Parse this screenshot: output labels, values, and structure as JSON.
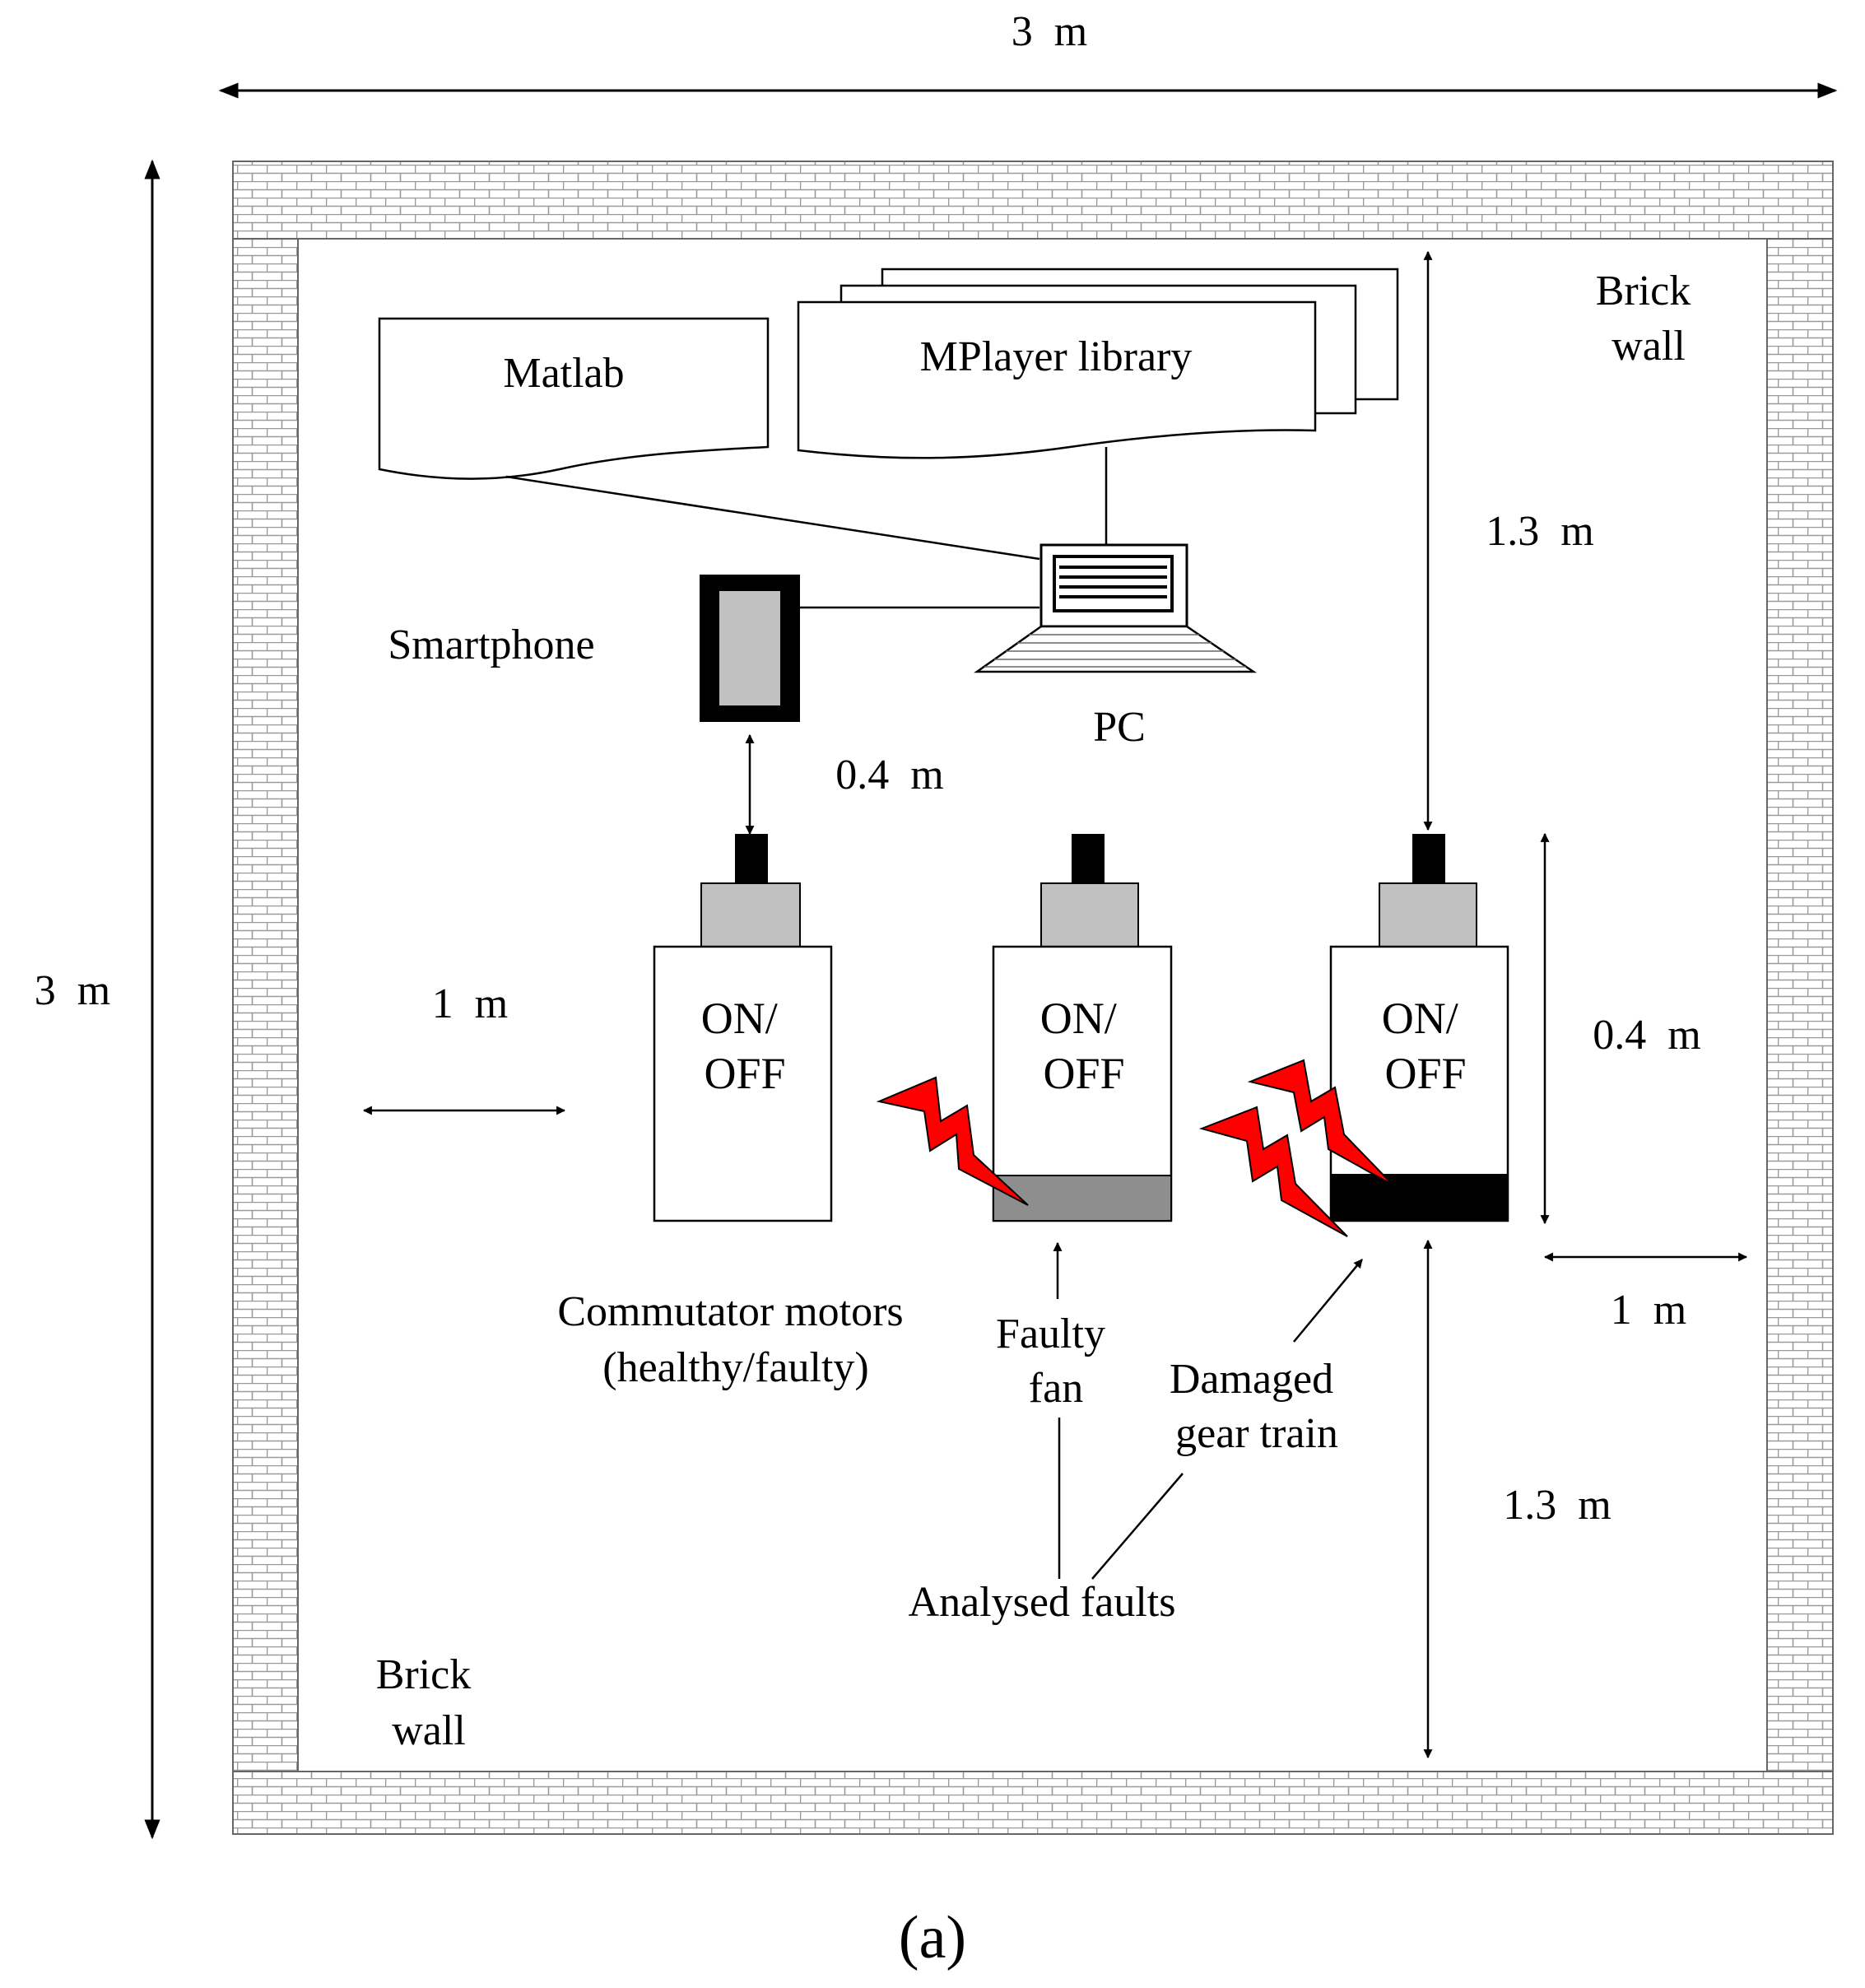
{
  "dimensions": {
    "top_width": "3  m",
    "left_height": "3  m",
    "pc_to_motors": "1.3  m",
    "phone_to_motor": "0.4  m",
    "motor_height": "0.4  m",
    "left_clearance": "1  m",
    "right_clearance": "1  m",
    "bottom_clearance": "1.3  m"
  },
  "labels": {
    "brick_wall_top_right": [
      "Brick",
      "wall"
    ],
    "brick_wall_bottom_left": [
      "Brick",
      "wall"
    ],
    "matlab": "Matlab",
    "mplayer": "MPlayer library",
    "smartphone": "Smartphone",
    "pc": "PC",
    "commutator_motors": [
      "Commutator motors",
      "(healthy/faulty)"
    ],
    "faulty_fan": [
      "Faulty",
      "fan"
    ],
    "damaged_gear": [
      "Damaged",
      "gear train"
    ],
    "analysed_faults": "Analysed faults",
    "caption": "(a)"
  },
  "motors": [
    {
      "switch": [
        "ON/",
        "OFF"
      ],
      "fault": "none"
    },
    {
      "switch": [
        "ON/",
        "OFF"
      ],
      "fault": "faulty fan"
    },
    {
      "switch": [
        "ON/",
        "OFF"
      ],
      "fault": "damaged gear train"
    }
  ],
  "colors": {
    "wall_mortar": "#9a9a9a",
    "device_gray": "#c0c0c0",
    "fan_band": "#8e8e8e",
    "gear_band": "#000000",
    "lightning": "#ff0000"
  }
}
